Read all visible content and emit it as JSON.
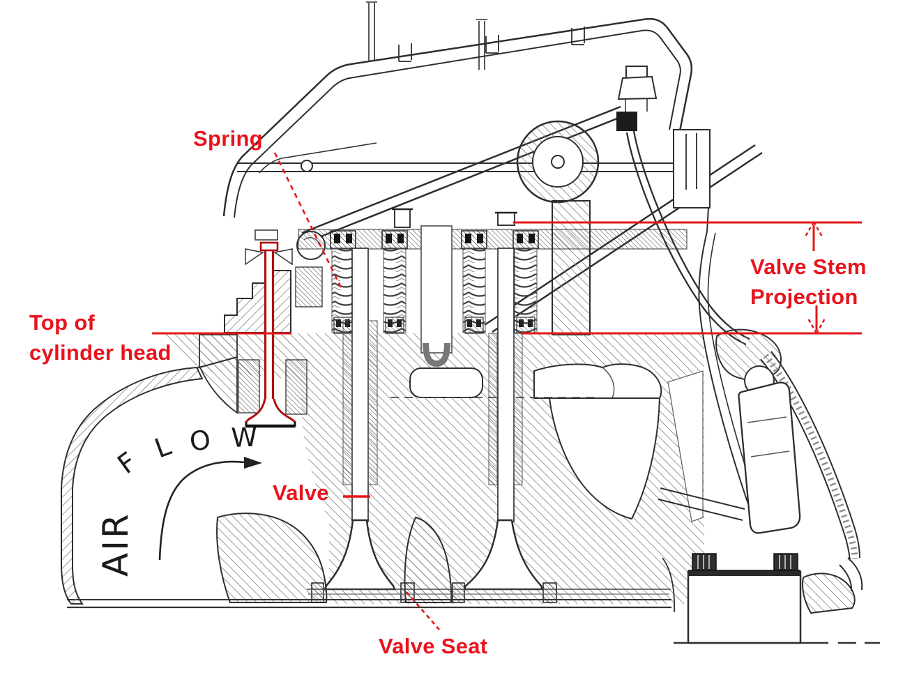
{
  "figure": {
    "title": "Engine cylinder head cross-section diagram",
    "background_color": "#ffffff"
  },
  "annotations": {
    "color": "#e8131d",
    "spring_label": "Spring",
    "top_of_cylinder_head_line1": "Top of",
    "top_of_cylinder_head_line2": "cylinder head",
    "valve_label": "Valve",
    "valve_seat_label": "Valve Seat",
    "valve_stem_projection_line1": "Valve Stem",
    "valve_stem_projection_line2": "Projection"
  },
  "diagram_text": {
    "air_label": "AIR",
    "flow_letters": [
      "F",
      "L",
      "O",
      "W"
    ]
  },
  "colors": {
    "annotation_red": "#e8131d",
    "leader_red": "#e51717",
    "valve_highlight_red": "#b00d0d",
    "line_black": "#2e2e2e"
  }
}
